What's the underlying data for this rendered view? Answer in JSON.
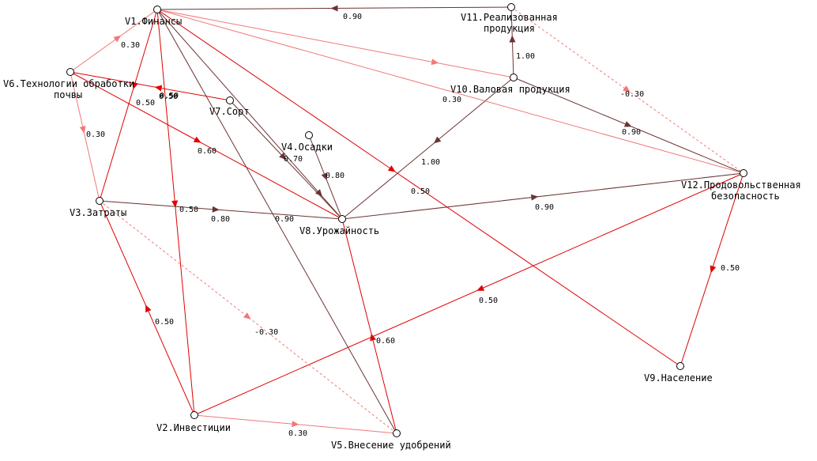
{
  "colors": {
    "dark": "#6b3434",
    "red": "#e00000",
    "pink": "#f07878",
    "background": "#ffffff"
  },
  "nodes": [
    {
      "id": "V1",
      "label": "V1.Финансы"
    },
    {
      "id": "V2",
      "label": "V2.Инвестиции"
    },
    {
      "id": "V3",
      "label": "V3.Затраты"
    },
    {
      "id": "V4",
      "label": "V4.Осадки"
    },
    {
      "id": "V5",
      "label": "V5.Внесение удобрений"
    },
    {
      "id": "V6",
      "label_lines": [
        "V6.Технологии обработки",
        "почвы"
      ]
    },
    {
      "id": "V7",
      "label": "V7.Сорт"
    },
    {
      "id": "V8",
      "label": "V8.Урожайность"
    },
    {
      "id": "V9",
      "label": "V9.Население"
    },
    {
      "id": "V10",
      "label": "V10.Валовая продукция"
    },
    {
      "id": "V11",
      "label_lines": [
        "V11.Реализованная",
        "продукция"
      ]
    },
    {
      "id": "V12",
      "label_lines": [
        "V12.Продовольственная",
        "безопасность"
      ]
    }
  ],
  "edges": [
    {
      "from": "V11",
      "to": "V1",
      "weight": "0.90",
      "style": "dark"
    },
    {
      "from": "V10",
      "to": "V11",
      "weight": "1.00",
      "style": "dark"
    },
    {
      "from": "V11",
      "to": "V12",
      "weight": "-0.30",
      "style": "pink-dashed"
    },
    {
      "from": "V10",
      "to": "V12",
      "weight": "0.90",
      "style": "dark"
    },
    {
      "from": "V1",
      "to": "V10",
      "weight": "0.30",
      "style": "pink"
    },
    {
      "from": "V6",
      "to": "V1",
      "weight": "0.30",
      "style": "pink"
    },
    {
      "from": "V6",
      "to": "V3",
      "weight": "0.30",
      "style": "pink"
    },
    {
      "from": "V1",
      "to": "V3",
      "weight": "0.50",
      "style": "red"
    },
    {
      "from": "V7",
      "to": "V6",
      "weight": "0.50",
      "style": "red"
    },
    {
      "from": "V1",
      "to": "V2",
      "weight": "0.50",
      "style": "red"
    },
    {
      "from": "V6",
      "to": "V8",
      "weight": "0.60",
      "style": "red"
    },
    {
      "from": "V1",
      "to": "V9",
      "weight": "0.50",
      "style": "red"
    },
    {
      "from": "V7",
      "to": "V8",
      "weight": "0.70",
      "style": "dark"
    },
    {
      "from": "V4",
      "to": "V8",
      "weight": "0.80",
      "style": "dark"
    },
    {
      "from": "V10",
      "to": "V8",
      "weight": "1.00",
      "style": "dark"
    },
    {
      "from": "V3",
      "to": "V8",
      "weight": "0.80",
      "style": "dark"
    },
    {
      "from": "V1",
      "to": "V8",
      "weight": "0.90",
      "style": "dark"
    },
    {
      "from": "V8",
      "to": "V12",
      "weight": "0.90",
      "style": "dark"
    },
    {
      "from": "V12",
      "to": "V9",
      "weight": "0.50",
      "style": "red"
    },
    {
      "from": "V12",
      "to": "V2",
      "weight": "0.50",
      "style": "red"
    },
    {
      "from": "V2",
      "to": "V3",
      "weight": "0.50",
      "style": "red"
    },
    {
      "from": "V3",
      "to": "V5",
      "weight": "-0.30",
      "style": "pink-dashed"
    },
    {
      "from": "V5",
      "to": "V8",
      "weight": "0.60",
      "style": "red"
    },
    {
      "from": "V2",
      "to": "V5",
      "weight": "0.30",
      "style": "pink"
    },
    {
      "from": "V1",
      "to": "V5",
      "weight": "",
      "style": "dark"
    },
    {
      "from": "V12",
      "to": "V1",
      "weight": "",
      "style": "pink"
    }
  ]
}
